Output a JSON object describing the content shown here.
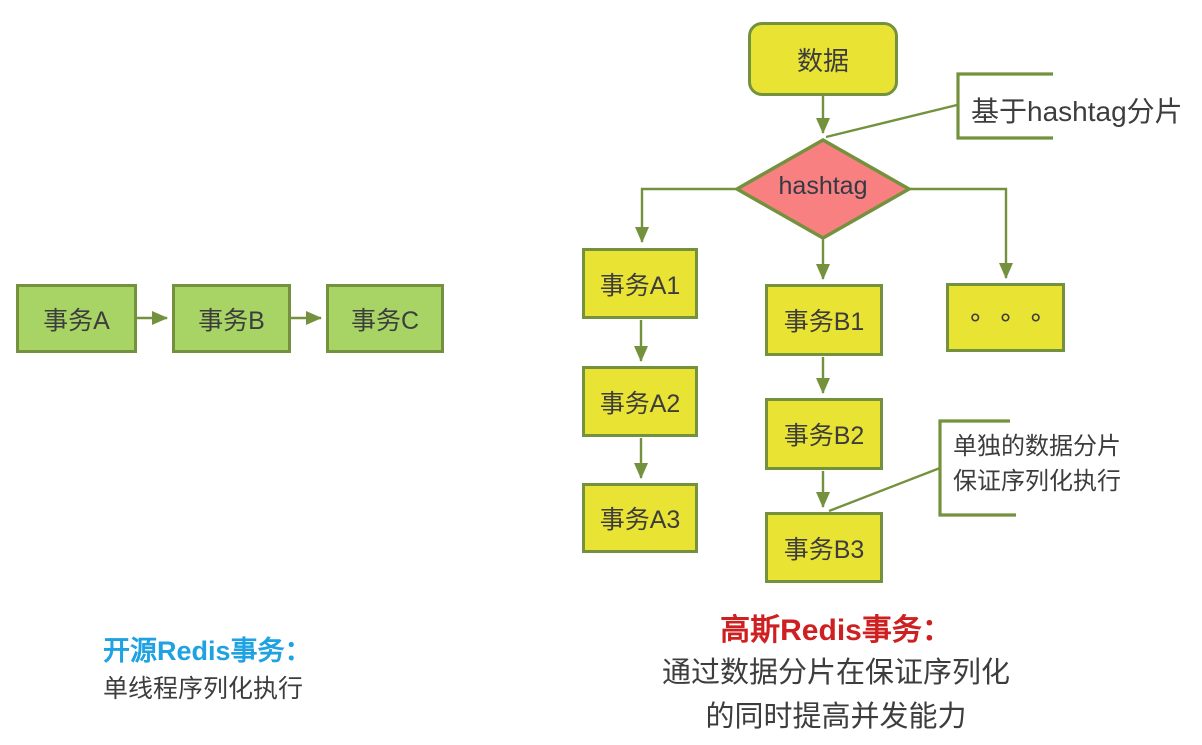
{
  "palette": {
    "line_olive": "#74923E",
    "node_yellow": "#E9E334",
    "node_green": "#A7D465",
    "diamond_pink": "#F98080",
    "caption_blue": "#1EA2E2",
    "caption_red": "#CE2020",
    "text_dark": "#3D3D3D"
  },
  "left_panel": {
    "chain": [
      "事务A",
      "事务B",
      "事务C"
    ],
    "caption": {
      "title": "开源Redis事务：",
      "body": "单线程序列化执行"
    }
  },
  "right_panel": {
    "source_label": "数据",
    "decision_label": "hashtag",
    "top_callout": "基于hashtag分片",
    "column_a": [
      "事务A1",
      "事务A2",
      "事务A3"
    ],
    "column_b": [
      "事务B1",
      "事务B2",
      "事务B3"
    ],
    "ellipsis_label": "∘∘∘",
    "bottom_callout": {
      "line1": "单独的数据分片",
      "line2": "保证序列化执行"
    },
    "caption": {
      "title": "高斯Redis事务：",
      "line1": "通过数据分片在保证序列化",
      "line2": "的同时提高并发能力"
    }
  }
}
